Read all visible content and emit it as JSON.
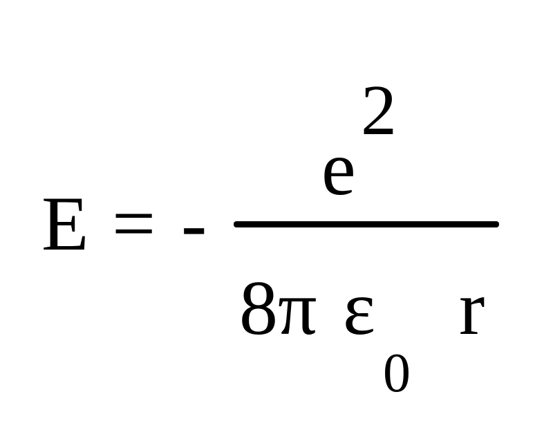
{
  "equation": {
    "lhs": "E",
    "equals": "=",
    "sign": "-",
    "numerator": {
      "base": "e",
      "exponent": "2"
    },
    "denominator": {
      "coefficient": "8π",
      "epsilon": "ε",
      "epsilon_subscript": "0",
      "variable": "r"
    }
  }
}
